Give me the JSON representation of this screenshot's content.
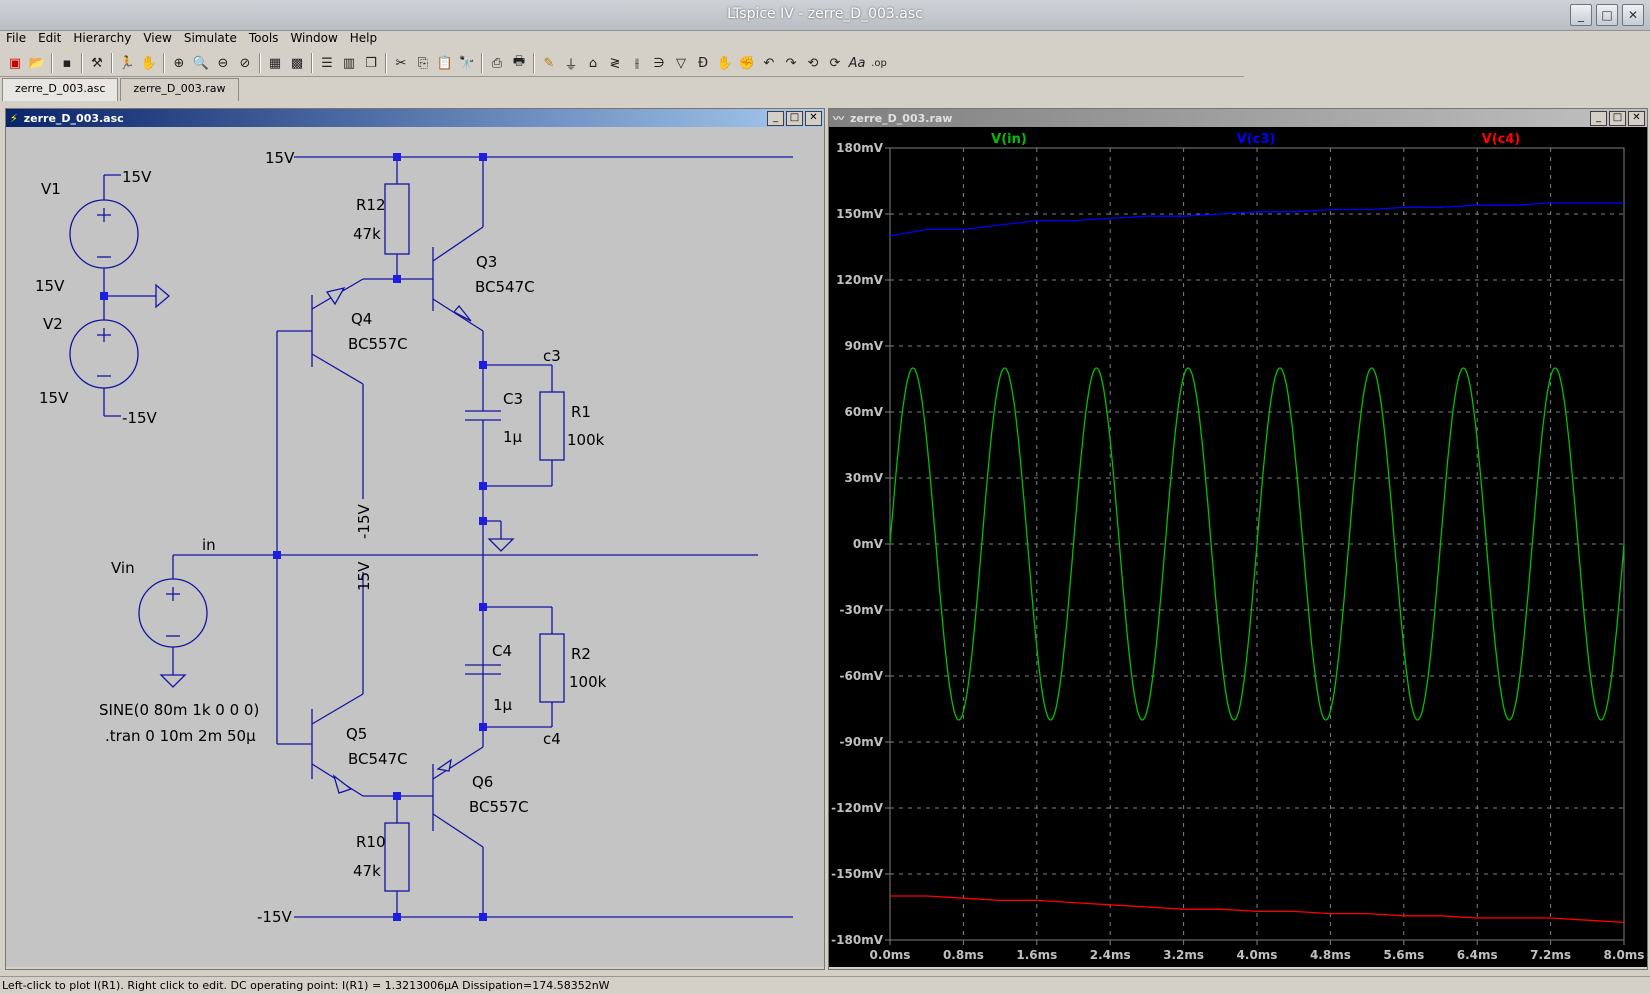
{
  "app": {
    "title": "LTspice IV - zerre_D_003.asc"
  },
  "menu": [
    "File",
    "Edit",
    "Hierarchy",
    "View",
    "Simulate",
    "Tools",
    "Window",
    "Help"
  ],
  "tabs": [
    "zerre_D_003.asc",
    "zerre_D_003.raw"
  ],
  "schematic": {
    "window_title": "zerre_D_003.asc",
    "labels": {
      "v1": "V1",
      "v2": "V2",
      "v1_top": "15V",
      "v1_val": "15V",
      "v2_val": "15V",
      "v2_bot": "-15V",
      "rail_pos": "15V",
      "rail_neg": "-15V",
      "r12": "R12",
      "r12_val": "47k",
      "r10": "R10",
      "r10_val": "47k",
      "q3": "Q3",
      "q3_model": "BC547C",
      "q4": "Q4",
      "q4_model": "BC557C",
      "q5": "Q5",
      "q5_model": "BC547C",
      "q6": "Q6",
      "q6_model": "BC557C",
      "c3_node": "c3",
      "c3": "C3",
      "c3_val": "1µ",
      "r1": "R1",
      "r1_val": "100k",
      "c4_node": "c4",
      "c4": "C4",
      "c4_val": "1µ",
      "r2": "R2",
      "r2_val": "100k",
      "in_node": "in",
      "vin": "Vin",
      "sine": "SINE(0 80m 1k 0 0 0)",
      "tran": ".tran 0 10m 2m 50µ",
      "q4_emitter_supply": "-15V",
      "q5_collector_supply": "15V"
    }
  },
  "plot": {
    "window_title": "zerre_D_003.raw",
    "background": "#000000"
  },
  "chart_data": {
    "type": "line",
    "xlabel": "",
    "ylabel": "",
    "xlim": [
      0,
      8
    ],
    "ylim": [
      -180,
      180
    ],
    "x_ticks": [
      "0.0ms",
      "0.8ms",
      "1.6ms",
      "2.4ms",
      "3.2ms",
      "4.0ms",
      "4.8ms",
      "5.6ms",
      "6.4ms",
      "7.2ms",
      "8.0ms"
    ],
    "y_ticks": [
      "180mV",
      "150mV",
      "120mV",
      "90mV",
      "60mV",
      "30mV",
      "0mV",
      "-30mV",
      "-60mV",
      "-90mV",
      "-120mV",
      "-150mV",
      "-180mV"
    ],
    "grid": true,
    "series": [
      {
        "name": "V(in)",
        "color": "#00c000",
        "kind": "sine",
        "amplitude": 80,
        "frequency_khz": 1,
        "unit": "mV"
      },
      {
        "name": "V(c3)",
        "color": "#0000ff",
        "x": [
          0,
          0.4,
          0.8,
          1.2,
          1.6,
          2.0,
          2.4,
          2.8,
          3.2,
          3.6,
          4.0,
          4.4,
          4.8,
          5.2,
          5.6,
          6.0,
          6.4,
          6.8,
          7.2,
          7.6,
          8.0
        ],
        "y": [
          140,
          143,
          143,
          145,
          147,
          147,
          148,
          149,
          149,
          150,
          151,
          151,
          152,
          152,
          153,
          153,
          154,
          154,
          155,
          155,
          155
        ]
      },
      {
        "name": "V(c4)",
        "color": "#ff0000",
        "x": [
          0,
          0.4,
          0.8,
          1.2,
          1.6,
          2.0,
          2.4,
          2.8,
          3.2,
          3.6,
          4.0,
          4.4,
          4.8,
          5.2,
          5.6,
          6.0,
          6.4,
          6.8,
          7.2,
          7.6,
          8.0
        ],
        "y": [
          -160,
          -160,
          -161,
          -162,
          -162,
          -163,
          -164,
          -165,
          -166,
          -166,
          -167,
          -167,
          -168,
          -168,
          -169,
          -169,
          -170,
          -170,
          -170,
          -171,
          -172
        ]
      }
    ]
  },
  "status": "Left-click to plot I(R1).  Right click to edit.  DC operating point: I(R1) = 1.3213006µA  Dissipation=174.58352nW"
}
